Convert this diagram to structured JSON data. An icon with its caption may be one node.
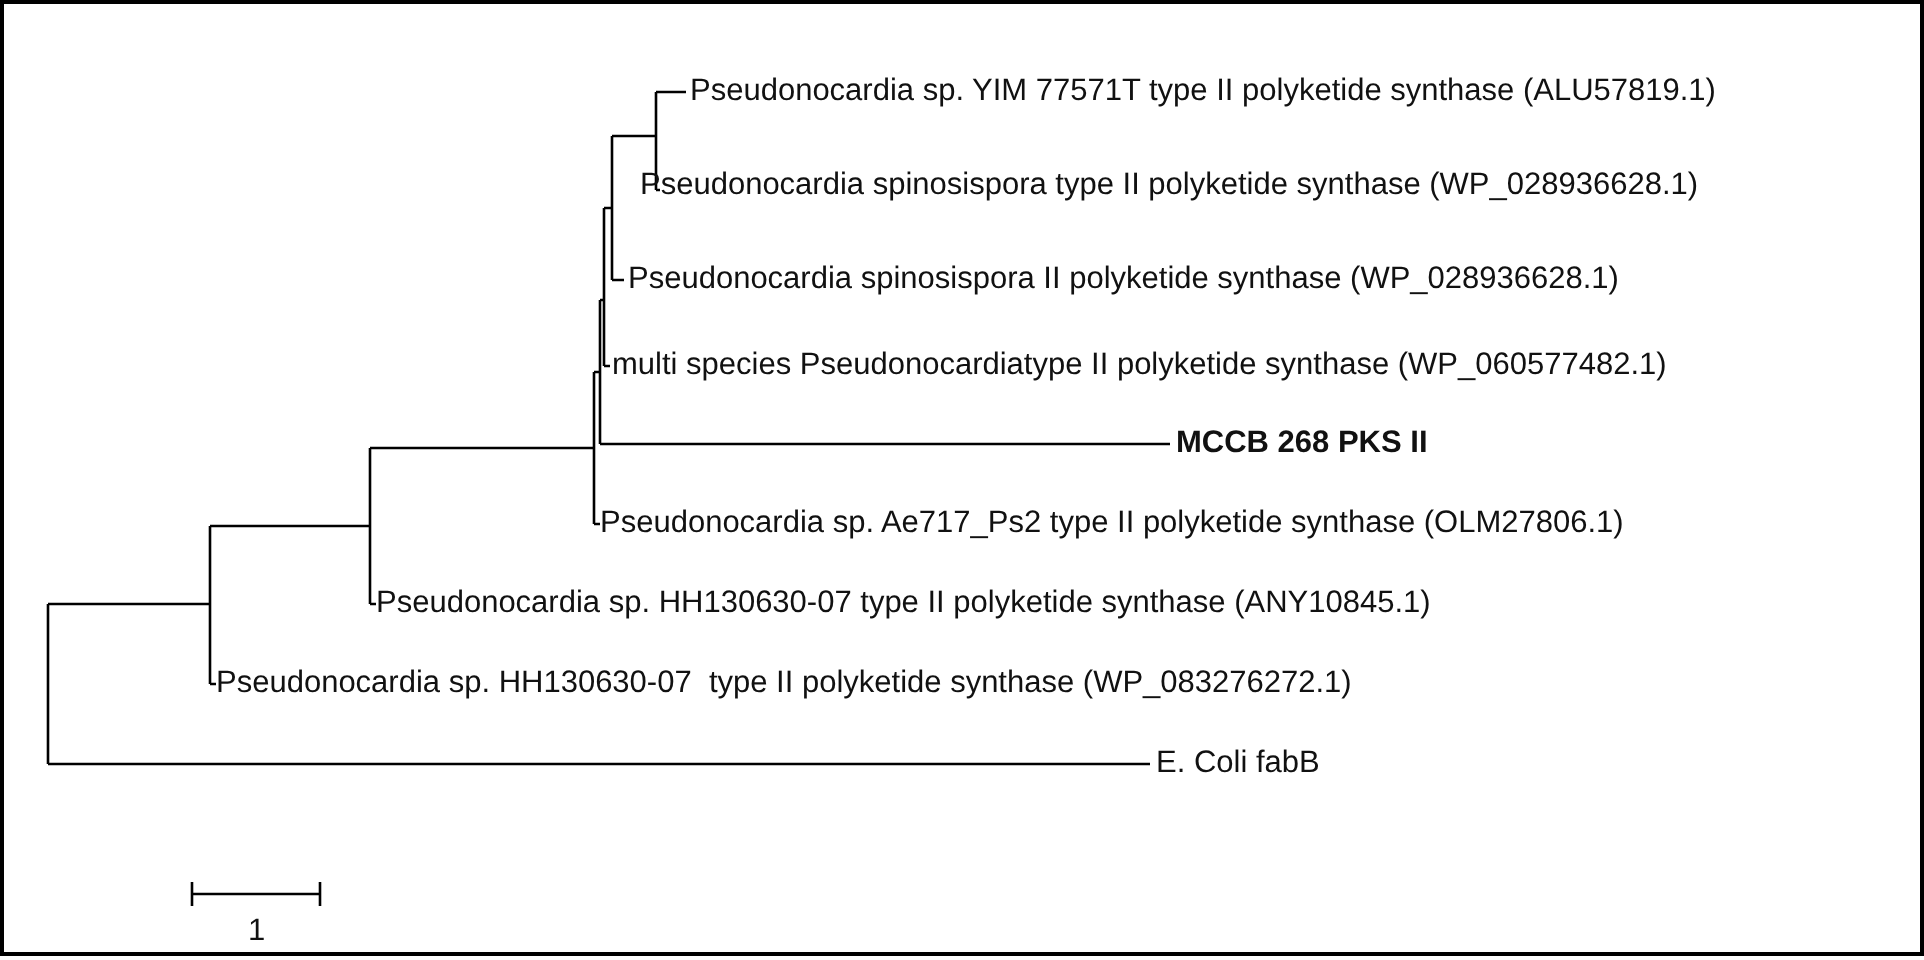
{
  "diagram": {
    "labels": [
      "Pseudonocardia sp. YIM 77571T type II polyketide synthase (ALU57819.1)",
      "Pseudonocardia spinosispora type II polyketide synthase (WP_028936628.1)",
      "Pseudonocardia spinosispora II polyketide synthase (WP_028936628.1)",
      "multi species Pseudonocardiatype II polyketide synthase (WP_060577482.1)",
      "MCCB 268 PKS II",
      "Pseudonocardia sp. Ae717_Ps2 type II polyketide synthase (OLM27806.1)",
      "Pseudonocardia sp. HH130630-07 type II polyketide synthase (ANY10845.1)",
      "Pseudonocardia sp. HH130630-07  type II polyketide synthase (WP_083276272.1)",
      "E. Coli fabB",
      "1"
    ]
  }
}
